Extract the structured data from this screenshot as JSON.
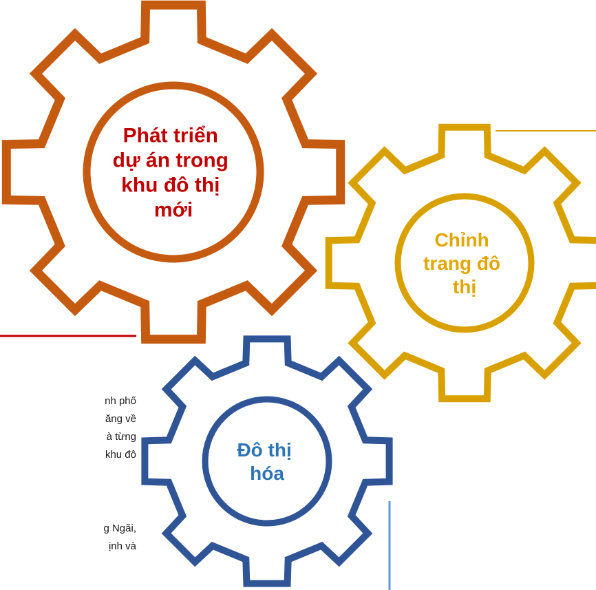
{
  "colors": {
    "orange_gear": "#C55A11",
    "orange_text": "#C00000",
    "gold_gear": "#D9A100",
    "gold_text": "#E3A500",
    "blue_gear": "#2F5597",
    "blue_text": "#2E75B6",
    "red_line": "#C00000",
    "gold_line": "#D9A100",
    "blue_line": "#5B9BD5",
    "body_text": "#1a1a1a"
  },
  "gears": {
    "orange": {
      "icon": "gear-icon",
      "lines": [
        "Phát triển",
        "dự án trong",
        "khu đô thị",
        "mới"
      ]
    },
    "gold": {
      "icon": "gear-icon",
      "lines": [
        "Chỉnh",
        "trang đô",
        "thị"
      ]
    },
    "blue": {
      "icon": "gear-icon",
      "lines": [
        "Đô thị",
        "hóa"
      ]
    }
  },
  "paragraphs": {
    "first": [
      "nh phố",
      "ăng về",
      "à từng",
      "khu đô"
    ],
    "second": [
      "g Ngãi,",
      "ịnh và"
    ]
  }
}
